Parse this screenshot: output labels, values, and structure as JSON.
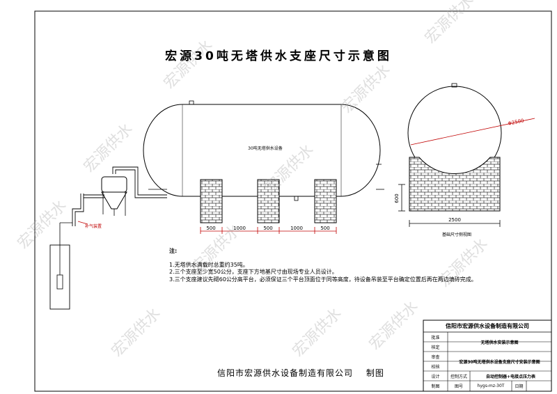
{
  "title": "宏源30吨无塔供水支座尺寸示意图",
  "tank_label": "30吨无塔供水设备",
  "air_supply_label": "补气装置",
  "dimensions": {
    "bottom": [
      "500",
      "1000",
      "500",
      "1000",
      "500"
    ],
    "diameter": "Φ2500",
    "base_width": "2500",
    "base_height": "600"
  },
  "side_view_caption": "基础尺寸侧视图",
  "notes": {
    "title": "注:",
    "items": [
      "1.无塔供水满载时总重约35吨。",
      "2.三个支座至少宽50公分，支座下方地基尺寸由现场专业人员设计。",
      "3.三个支座建议先砌60公分高平台，必须保证三个平台顶面位于同等高度，待设备吊装至平台确定位置后再在两边填砖完成。"
    ]
  },
  "title_block": {
    "company": "信阳市宏源供水设备制造有限公司",
    "rows": [
      {
        "label": "批准",
        "value": "无塔供水安装示意图"
      },
      {
        "label": "核定",
        "value": ""
      },
      {
        "label": "审查",
        "value": "宏源30吨无塔供水设备支座尺寸安装示意图"
      },
      {
        "label": "校核",
        "value": ""
      },
      {
        "label": "设计",
        "value": "控制方式",
        "extra": "自动控制器+电接点压力表"
      },
      {
        "label": "制图",
        "value": "图号",
        "extra": "hygs-mz-30T",
        "extra2": "日期"
      }
    ]
  },
  "footer": {
    "company": "信阳市宏源供水设备制造有限公司",
    "suffix": "制图"
  },
  "watermark": "宏源供水"
}
